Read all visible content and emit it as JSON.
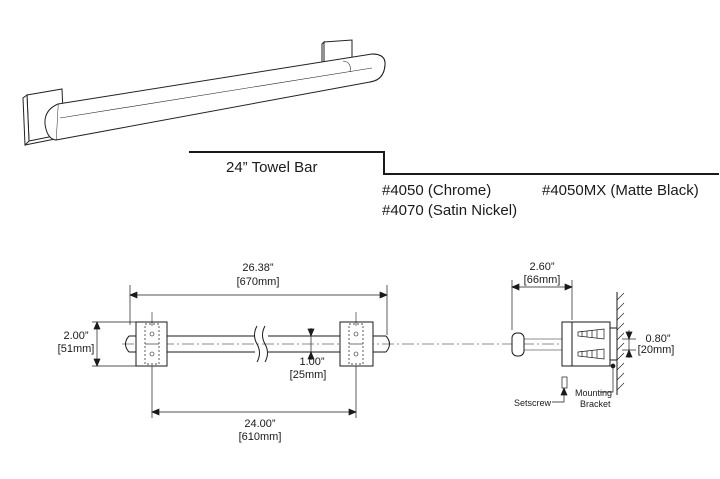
{
  "title": {
    "product_name": "24”  Towel Bar"
  },
  "models": {
    "chrome": "#4050 (Chrome)",
    "satin_nickel": "#4070 (Satin Nickel)",
    "matte_black": "#4050MX (Matte Black)"
  },
  "dimensions": {
    "overall_length": {
      "inch": "26.38”",
      "mm": "[670mm]"
    },
    "flange_height": {
      "inch": "2.00”",
      "mm": "[51mm]"
    },
    "bar_diameter": {
      "inch": "1.00”",
      "mm": "[25mm]"
    },
    "center_to_center": {
      "inch": "24.00”",
      "mm": "[610mm]"
    },
    "projection": {
      "inch": "2.60”",
      "mm": "[66mm]"
    },
    "bracket_thickness": {
      "inch": "0.80”",
      "mm": "[20mm]"
    }
  },
  "callouts": {
    "setscrew": "Setscrew",
    "mounting_bracket_line1": "Mounting",
    "mounting_bracket_line2": "Bracket"
  }
}
